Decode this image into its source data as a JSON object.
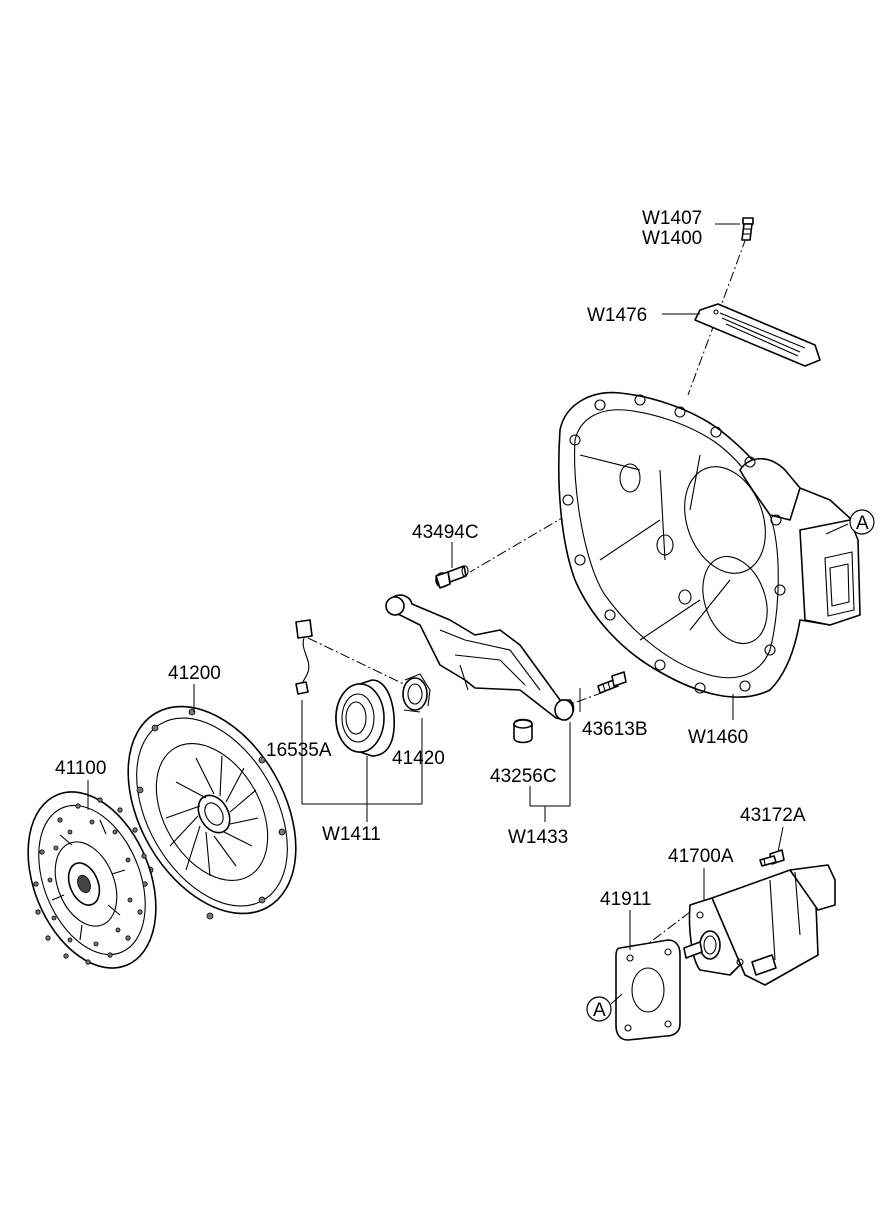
{
  "labels": {
    "w1407": "W1407",
    "w1400": "W1400",
    "w1476": "W1476",
    "c43494": "43494C",
    "a_ref_top": "A",
    "w1460": "W1460",
    "c41200": "41200",
    "c16535": "16535A",
    "c41420": "41420",
    "c43613": "43613B",
    "c41100": "41100",
    "c43256": "43256C",
    "w1411": "W1411",
    "w1433": "W1433",
    "c43172": "43172A",
    "c41700": "41700A",
    "c41911": "41911",
    "a_ref_bottom": "A"
  },
  "colors": {
    "line": "#000000",
    "background": "#ffffff",
    "fill_gray": "#777777"
  }
}
